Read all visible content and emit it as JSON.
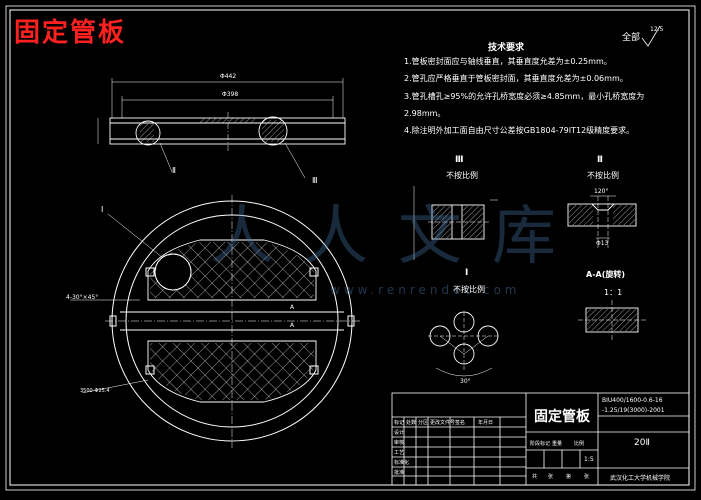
{
  "header": {
    "title": "固定管板",
    "surface_all": "全部",
    "roughness": "12.5"
  },
  "watermark": {
    "text": "人人文库",
    "url": "www.renrendoc.com"
  },
  "tech_requirements": {
    "heading": "技术要求",
    "items": [
      "1.管板密封面应与轴线垂直，其垂直度允差为±0.25mm。",
      "2.管孔应严格垂直于管板密封面，其垂直度允差为±0.06mm。",
      "3.管孔槽孔≥95%的允许孔桥宽度必须≥4.85mm，最小孔桥宽度为",
      "  2.98mm。",
      "4.除注明外加工面自由尺寸公差按GB1804-79IT12级精度要求。"
    ]
  },
  "dimensions": {
    "outer_dia": "Φ442",
    "inner_dia": "Φ398",
    "chamfer": "4-30°×45°",
    "hole_callout": "3500-Φ25.4"
  },
  "details": {
    "detail_III": {
      "label": "Ⅲ",
      "scale": "不按比例"
    },
    "detail_II": {
      "label": "Ⅱ",
      "scale": "不按比例",
      "angle": "120°",
      "dia": "Φ13"
    },
    "detail_I": {
      "label": "Ⅰ",
      "scale": "不按比例",
      "angle": "30°"
    },
    "section_AA": {
      "label": "A-A(旋转)",
      "scale": "1：1"
    }
  },
  "view_markers": {
    "marker_I": "Ⅰ",
    "marker_II": "Ⅱ",
    "marker_III": "Ⅲ",
    "section_A": "A"
  },
  "title_block": {
    "part_name": "固定管板",
    "spec_line1": "BIU400/1600-0.6-16",
    "spec_line2": "-1.25/19(3000)-2001",
    "material": "20Ⅱ",
    "scale_label": "1:5",
    "school": "武汉化工大学机械学院",
    "row_labels": [
      "设计",
      "审核",
      "工艺",
      "标准化",
      "批准"
    ],
    "col_labels": [
      "标记",
      "处数",
      "分区",
      "更改文件号",
      "签名",
      "年月日"
    ],
    "meta_labels": [
      "阶段标记",
      "重量",
      "比例"
    ],
    "sheet_labels": [
      "共",
      "张",
      "第",
      "张"
    ]
  }
}
